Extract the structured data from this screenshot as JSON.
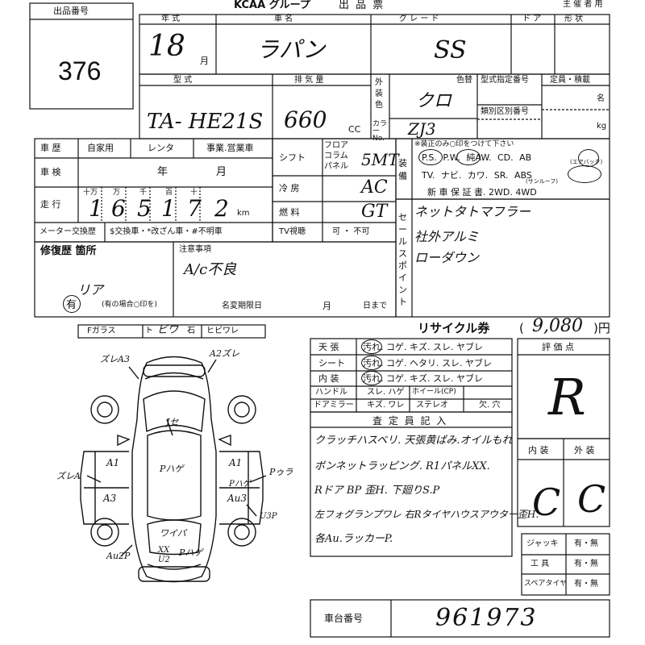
{
  "header": {
    "org": "KCAA グループ",
    "doc_title": "出 品 票",
    "organizer_label": "主 催 者 用",
    "lot_label": "出品番号",
    "lot_number": "376"
  },
  "row1": {
    "year_label": "年 式",
    "model_name_label": "車 名",
    "grade_label": "グ レ ー ド",
    "doors_label": "ド ア",
    "body_label": "形 状",
    "year_value": "18",
    "month_unit": "月",
    "model_name_value": "ラパン",
    "grade_value": "SS"
  },
  "row2": {
    "type_label": "型 式",
    "displacement_label": "排 気 量",
    "exterior_label": "外装色",
    "color_label": "色替",
    "color_no_label": "カラーNo.",
    "type_approval_label": "型式指定番号",
    "class_label": "類別区別番号",
    "capacity_label": "定員・積載",
    "persons_unit": "名",
    "kg_unit": "kg",
    "type_value": "TA- HE21S",
    "displacement_value": "660",
    "cc_unit": "CC",
    "color_value": "クロ",
    "color_code_value": "ZJ3"
  },
  "history": {
    "label": "車 歴",
    "options": [
      "自家用",
      "レンタ",
      "事業.営業車"
    ],
    "inspection_label": "車 検",
    "year_unit": "年",
    "month_unit": "月",
    "mileage_label": "走 行",
    "digit_units": [
      "十万",
      "万",
      "千",
      "百",
      "十"
    ],
    "mileage_digits": [
      "1",
      "6",
      "5",
      "1",
      "7",
      "2"
    ],
    "km_unit": "km",
    "meter_label": "メーター交換歴",
    "meter_options": "$交換車・*改ざん車・#不明車"
  },
  "specs": {
    "shift_label": "シフト",
    "shift_options": [
      "フロア",
      "コラム",
      "パネル"
    ],
    "shift_value": "5MT",
    "ac_label": "冷 房",
    "ac_value": "AC",
    "fuel_label": "燃 料",
    "fuel_value": "GT",
    "tv_label": "TV視聴",
    "tv_value": "可 ・ 不可"
  },
  "equipment": {
    "label": "装備",
    "note": "※装正のみ○印をつけて下さい",
    "line1": "P.S.  P.W.  純AW.  CD.  AB",
    "airbag_sub": "(エアバック)",
    "line2": "TV.  ナビ.  カワ.  SR.  ABS",
    "sunroof_sub": "(サンルーフ)",
    "line3": "新 車 保 証 書.   2WD.   4WD"
  },
  "sales_points": {
    "label": "セールスポイント",
    "lines": [
      "ネットタトマフラー",
      "社外アルミ",
      "ローダウン"
    ]
  },
  "repair": {
    "label": "修復歴 箇所",
    "value": "有",
    "note": "(有の場合○印を)",
    "handwritten": "リア"
  },
  "caution": {
    "label": "注意事項",
    "value": "A/c不良",
    "deadline_label": "名変期限日",
    "month_unit": "月",
    "day_unit": "日まで"
  },
  "glass": {
    "items": [
      "Fガラス",
      "ト",
      "ビワ",
      "石",
      "ヒビワレ"
    ]
  },
  "recycle": {
    "label": "リサイクル券",
    "value": "9,080",
    "unit": ")円",
    "open": "("
  },
  "condition_table": {
    "rows": [
      {
        "label": "天 張",
        "options": "汚れ. コゲ. キズ. スレ. ヤブレ"
      },
      {
        "label": "シート",
        "options": "汚れ. コゲ. ヘタリ. スレ. ヤブレ"
      },
      {
        "label": "内 装",
        "options": "汚れ. コゲ. キズ. スレ. ヤブレ"
      }
    ],
    "handle_label": "ハンドル",
    "handle_options": "スレ. ハゲ",
    "wheel_label": "ホイール(CP)",
    "mirror_label": "ドアミラー",
    "mirror_options": "キズ. ワレ",
    "stereo_label": "ステレオ",
    "stereo_options": "欠. 穴"
  },
  "inspector": {
    "label": "査 定 員 記 入",
    "lines": [
      "クラッチハスベリ. 天張黄ばみ.オイルもれ",
      "ボンネットラッピング. R1パネルXX.",
      "Rドア BP 歪H. 下廻りS.P",
      "左フォグランプワレ 右Rタイヤハウスアウター歪H.",
      "各Au.ラッカーP."
    ]
  },
  "rating": {
    "label": "評 価 点",
    "value": "R",
    "interior_label": "内 装",
    "exterior_label": "外 装",
    "interior_value": "C",
    "exterior_value": "C"
  },
  "tools": {
    "rows": [
      {
        "label": "ジャッキ",
        "value": "有・無"
      },
      {
        "label": "工 具",
        "value": "有・無"
      },
      {
        "label": "スペアタイヤ",
        "value": "有・無"
      }
    ]
  },
  "chassis": {
    "label": "車台番号",
    "value": "961973"
  },
  "diagram": {
    "marks": [
      "ズレA3",
      "A2ズレ",
      "Jセ",
      "A1",
      "A1",
      "A3",
      "Au3",
      "ズレA",
      "Pゥラ",
      "Pハゲ",
      "Pハゲ",
      "ワイパ",
      "XX",
      "U2",
      "Pハゲ",
      "Au2P",
      "U3P"
    ]
  }
}
